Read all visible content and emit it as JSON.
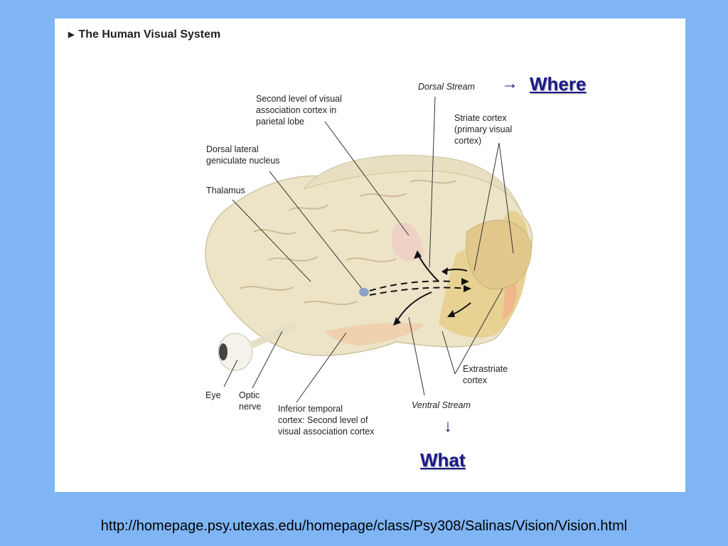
{
  "figure": {
    "title": "The Human Visual System",
    "labels": {
      "second_level_parietal": "Second level of visual\nassociation cortex in\nparietal lobe",
      "dorsal_lgn": "Dorsal lateral\ngeniculate nucleus",
      "thalamus": "Thalamus",
      "dorsal_stream": "Dorsal Stream",
      "striate_cortex": "Striate cortex\n(primary visual\ncortex)",
      "extrastriate": "Extrastriate\ncortex",
      "ventral_stream": "Ventral Stream",
      "eye": "Eye",
      "optic_nerve": "Optic\nnerve",
      "inferior_temporal": "Inferior temporal\ncortex: Second level of\nvisual association cortex"
    }
  },
  "annotations": {
    "where": "Where",
    "what": "What",
    "right_arrow": "→",
    "down_arrow": "↓"
  },
  "footer": {
    "url": "http://homepage.psy.utexas.edu/homepage/class/Psy308/Salinas/Vision/Vision.html"
  },
  "colors": {
    "background": "#7fb5f5",
    "brain": "#ede4c8",
    "visual_cortex": "#e8cf8a",
    "striate": "#f0b48a",
    "link": "#1a1a8c"
  }
}
